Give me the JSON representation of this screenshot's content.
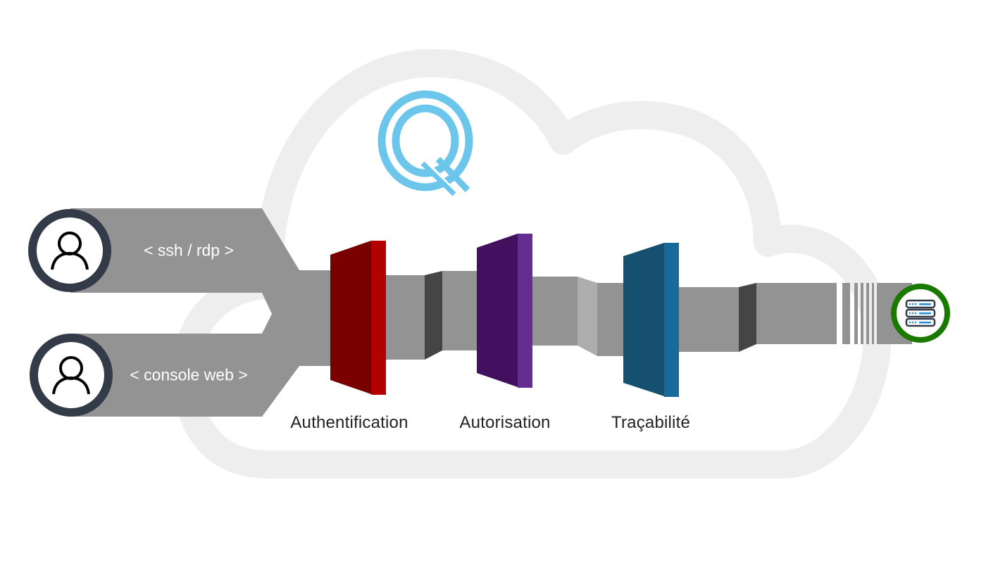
{
  "diagram": {
    "type": "access-flow",
    "logo": {
      "name": "Q logo",
      "color": "#6cc6ec"
    },
    "background": {
      "shape": "cloud",
      "color": "#eeeeee"
    },
    "sources": [
      {
        "id": "user-ssh",
        "icon": "user-icon",
        "protocol": "< ssh / rdp >",
        "ring_color": "#343b48"
      },
      {
        "id": "user-web",
        "icon": "user-icon",
        "protocol": "< console web >",
        "ring_color": "#343b48"
      }
    ],
    "stages": [
      {
        "label": "Authentification",
        "color_dark": "#7a0000",
        "color_light": "#b30000"
      },
      {
        "label": "Autorisation",
        "color_dark": "#430f5f",
        "color_light": "#652d91"
      },
      {
        "label": "Traçabilité",
        "color_dark": "#155071",
        "color_light": "#186a9b"
      }
    ],
    "pipe": {
      "color": "#939393",
      "joint_dark": "#454545",
      "joint_light": "#adadad"
    },
    "target": {
      "icon": "server-icon",
      "ring_color": "#1a7a00",
      "accent": "#1f8ad8"
    }
  }
}
